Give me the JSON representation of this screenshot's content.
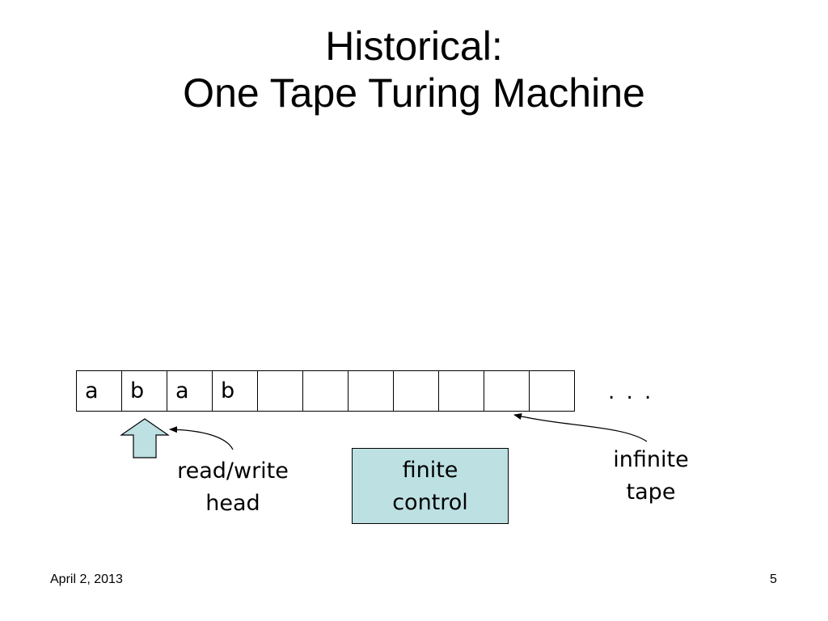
{
  "slide": {
    "title_line1": "Historical:",
    "title_line2": "One Tape Turing Machine",
    "date": "April 2, 2013",
    "page_number": "5"
  },
  "tape": {
    "cells": [
      "a",
      "b",
      "a",
      "b",
      "",
      "",
      "",
      "",
      "",
      "",
      ""
    ],
    "ellipsis": ". . .",
    "label_line1": "infinite",
    "label_line2": "tape"
  },
  "head": {
    "label_line1": "read/write",
    "label_line2": "head",
    "fill_color": "#bde0e3"
  },
  "finite_control": {
    "label_line1": "finite",
    "label_line2": "control",
    "fill_color": "#bde0e3"
  }
}
